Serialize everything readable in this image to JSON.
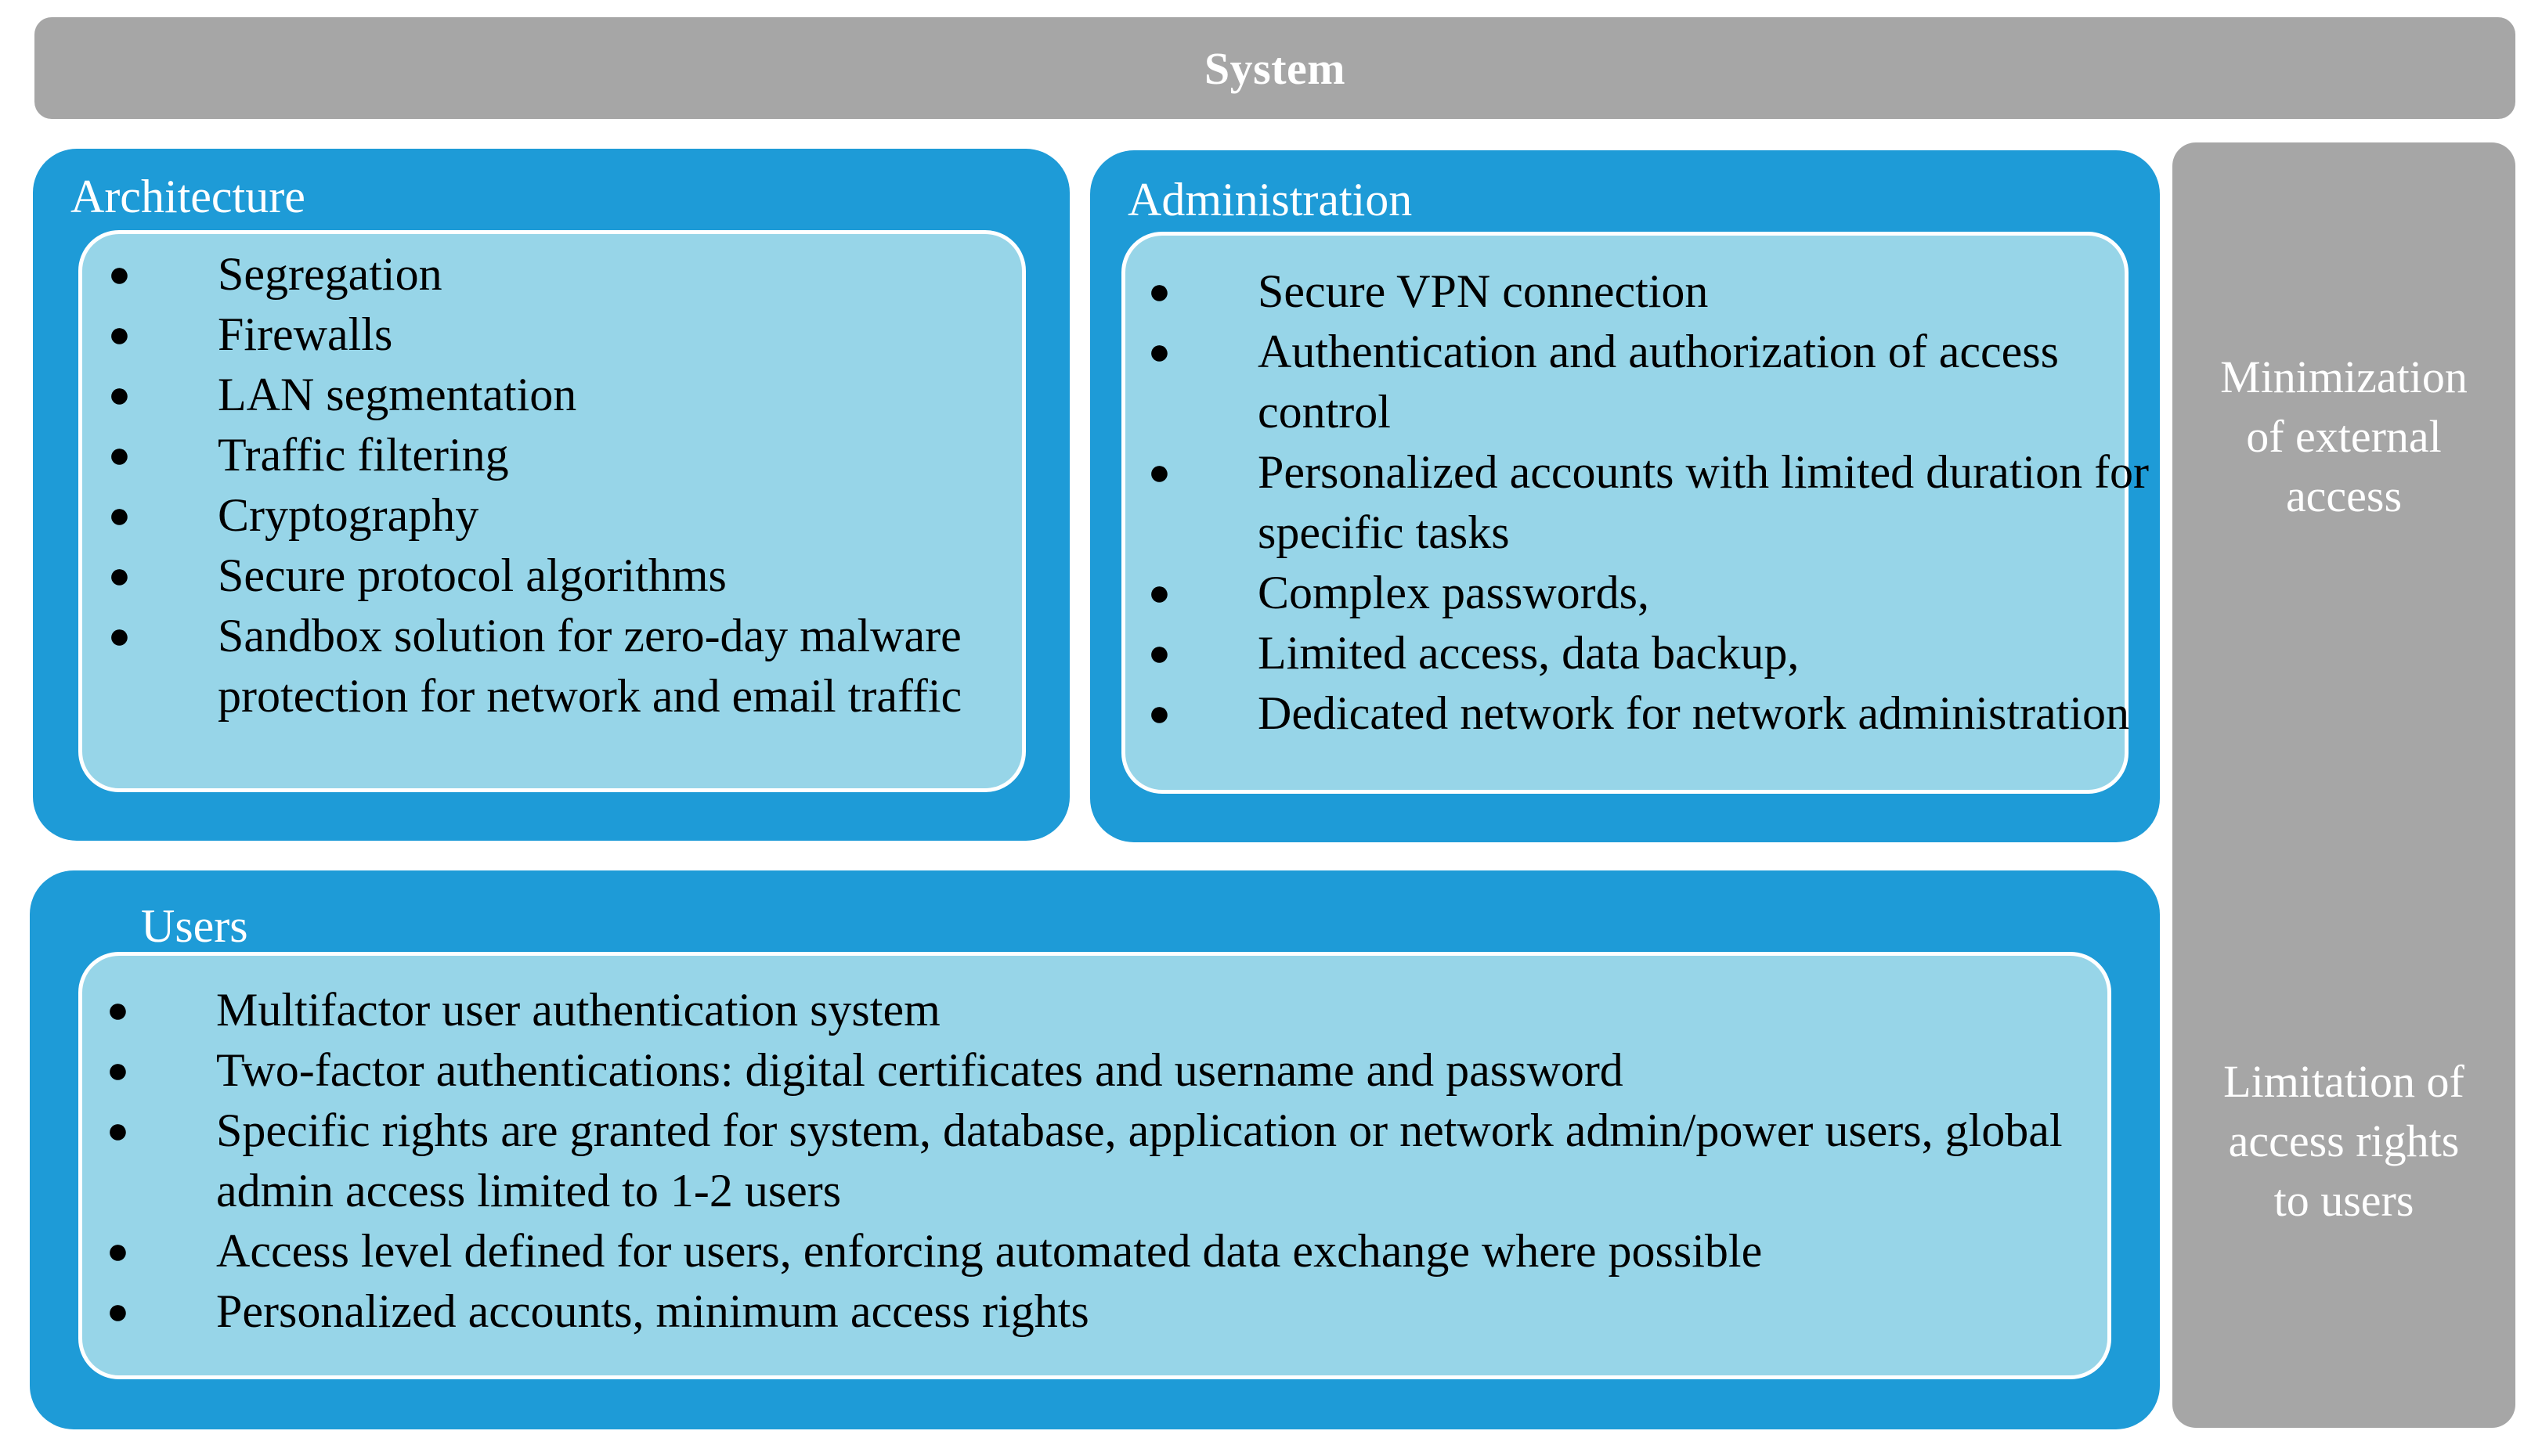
{
  "system": {
    "title": "System"
  },
  "side": {
    "top_text": "Minimization\nof external\naccess",
    "bottom_text": "Limitation of\naccess rights\nto users"
  },
  "architecture": {
    "title": "Architecture",
    "items": [
      "Segregation",
      "Firewalls",
      "LAN segmentation",
      "Traffic filtering",
      "Cryptography",
      "Secure protocol algorithms",
      "Sandbox solution for zero-day malware protection for network and email traffic"
    ]
  },
  "administration": {
    "title": "Administration",
    "items": [
      "Secure VPN connection",
      "Authentication and authorization of access control",
      "Personalized accounts with limited duration for specific tasks",
      "Complex passwords,",
      "Limited access, data backup,",
      "Dedicated network for network administration"
    ]
  },
  "users": {
    "title": "Users",
    "items": [
      "Multifactor user authentication system",
      "Two-factor authentications: digital certificates and username and password",
      "Specific rights are granted for system, database, application or network admin/power users, global admin access limited to 1-2 users",
      "Access level defined for users, enforcing automated data exchange where possible",
      "Personalized accounts, minimum access rights"
    ]
  },
  "colors": {
    "panel_blue": "#1e9bd7",
    "inner_light_blue": "#97d5e8",
    "gray_bar": "#a6a6a6"
  }
}
